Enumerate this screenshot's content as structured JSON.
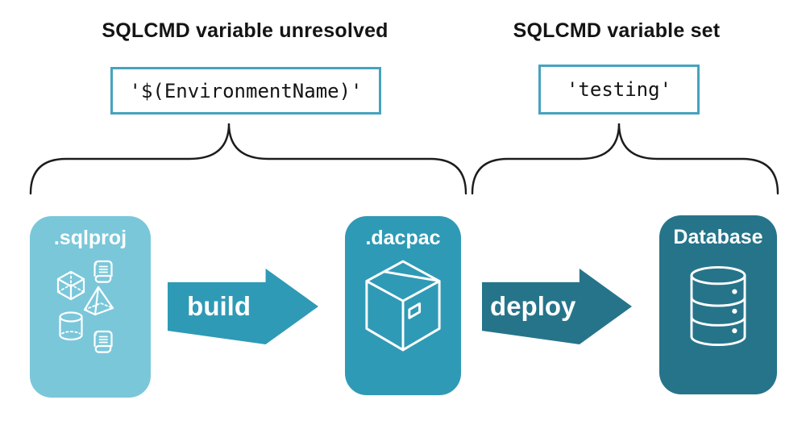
{
  "annotations": {
    "unresolved": {
      "heading": "SQLCMD variable unresolved",
      "code": "'$(EnvironmentName)'"
    },
    "set": {
      "heading": "SQLCMD variable set",
      "code": "'testing'"
    }
  },
  "pipeline": {
    "nodes": [
      {
        "id": "sqlproj",
        "label": ".sqlproj",
        "color": "#7AC7DA",
        "icon": "sql-objects-icon"
      },
      {
        "id": "dacpac",
        "label": ".dacpac",
        "color": "#2F9AB5",
        "icon": "package-box-icon"
      },
      {
        "id": "database",
        "label": "Database",
        "color": "#26748A",
        "icon": "database-cylinder-icon"
      }
    ],
    "arrows": [
      {
        "id": "build",
        "label": "build",
        "color": "#2F9AB5"
      },
      {
        "id": "deploy",
        "label": "deploy",
        "color": "#26748A"
      }
    ]
  },
  "colors": {
    "background": "#FFFFFF",
    "heading_text": "#141414",
    "code_text": "#141414",
    "code_box_border": "#45A3BF",
    "code_box_background": "#FFFFFF",
    "brace_stroke": "#1C1C1C",
    "node_label_text": "#FFFFFF",
    "arrow_label_text": "#FFFFFF",
    "icon_stroke": "#FFFFFF"
  }
}
